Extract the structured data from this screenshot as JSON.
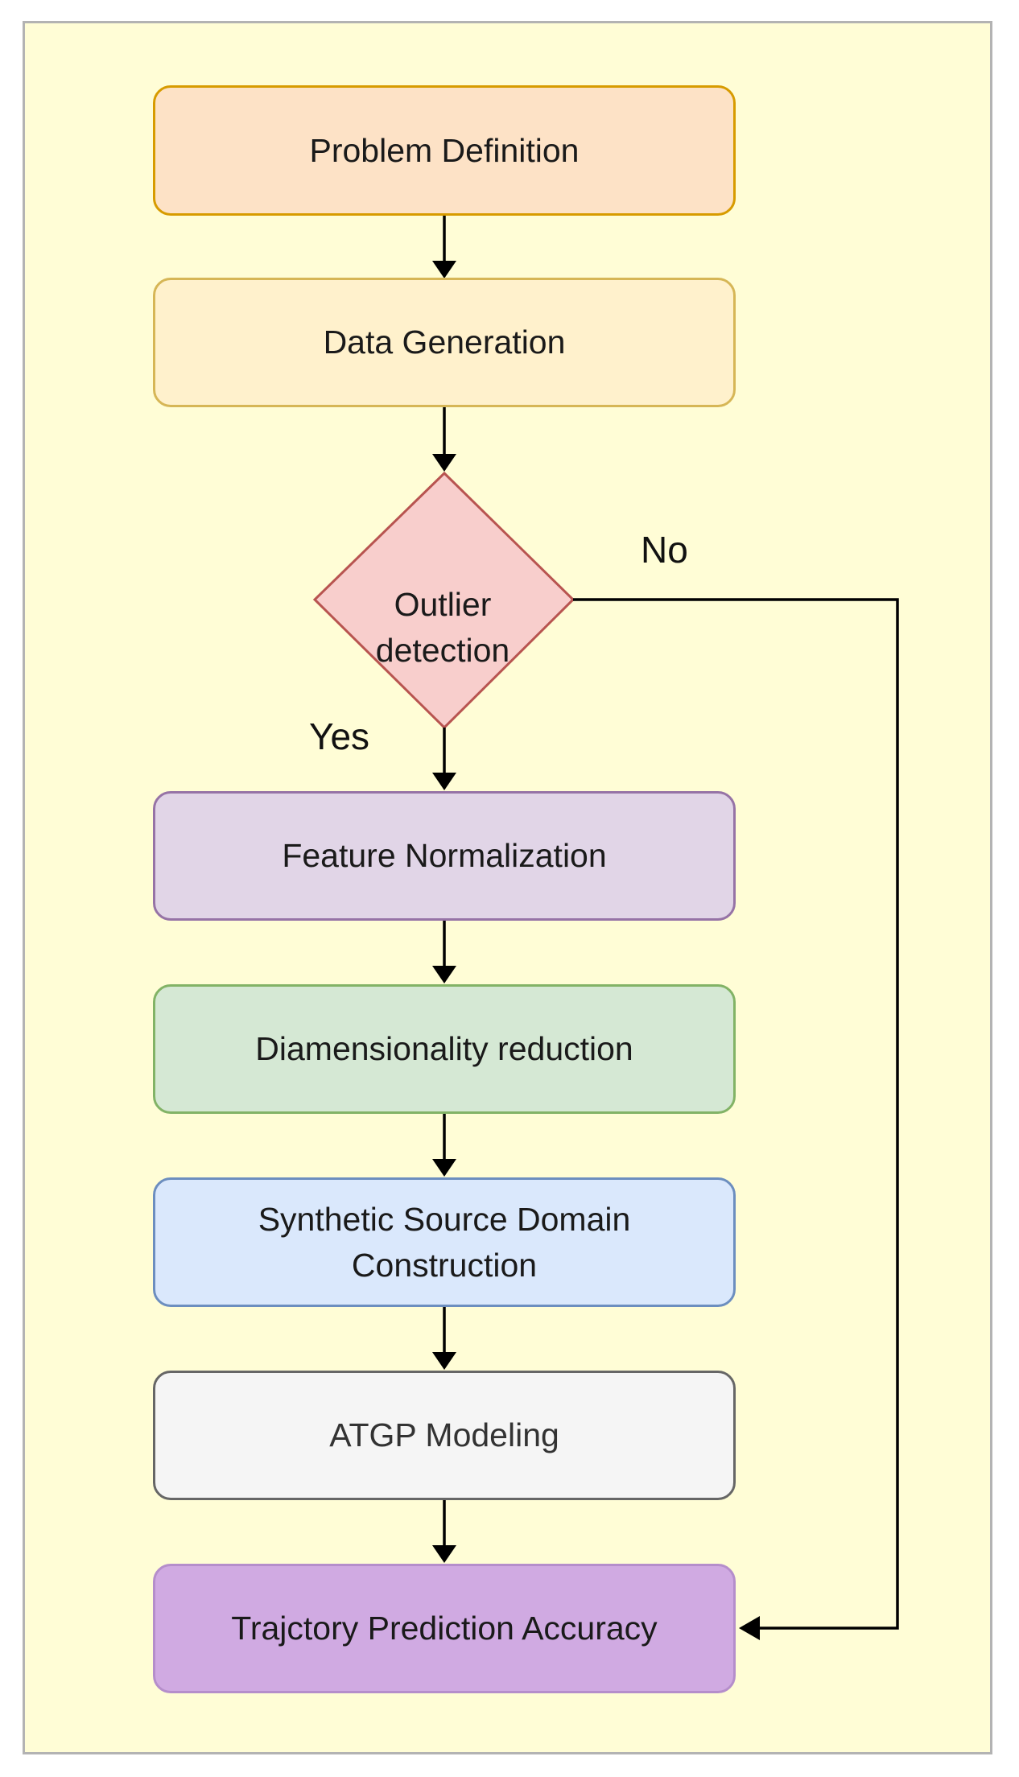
{
  "nodes": {
    "problem_definition": "Problem Definition",
    "data_generation": "Data Generation",
    "outlier_detection": "Outlier\ndetection",
    "feature_normalization": "Feature Normalization",
    "dimensionality_reduction": "Diamensionality reduction",
    "synthetic_source": "Synthetic Source Domain Construction",
    "atgp_modeling": "ATGP Modeling",
    "trajectory_accuracy": "Trajctory Prediction Accuracy"
  },
  "edges": {
    "yes_label": "Yes",
    "no_label": "No"
  },
  "colors": {
    "background": "#fffdd6",
    "problem_definition": "#fde2c6",
    "data_generation": "#fff1cc",
    "outlier_detection": "#f8cecc",
    "feature_normalization": "#e1d5e7",
    "dimensionality_reduction": "#d5e8d4",
    "synthetic_source": "#dae8fc",
    "atgp_modeling": "#f5f5f5",
    "trajectory_accuracy": "#d0aae2"
  }
}
